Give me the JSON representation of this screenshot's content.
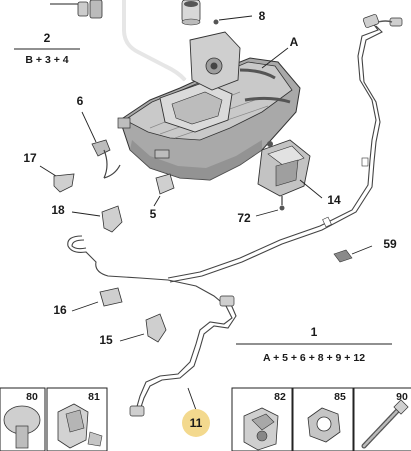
{
  "callouts": {
    "c2": "2",
    "c8": "8",
    "cA": "A",
    "c6": "6",
    "c17": "17",
    "c18": "18",
    "c5": "5",
    "c14": "14",
    "c72": "72",
    "c59": "59",
    "c16": "16",
    "c15": "15",
    "c1": "1",
    "c11": "11"
  },
  "formulas": {
    "f2": "B + 3 + 4",
    "f1": "A + 5 + 6 + 8 + 9 + 12"
  },
  "thumbnails": [
    {
      "num": "80"
    },
    {
      "num": "81"
    },
    {
      "num": "82"
    },
    {
      "num": "85"
    },
    {
      "num": "90"
    }
  ],
  "colors": {
    "highlight_badge": "#f3d98e",
    "part_grey": "#cfcfcf",
    "tank_dark": "#9a9a9a",
    "line": "#333333"
  }
}
